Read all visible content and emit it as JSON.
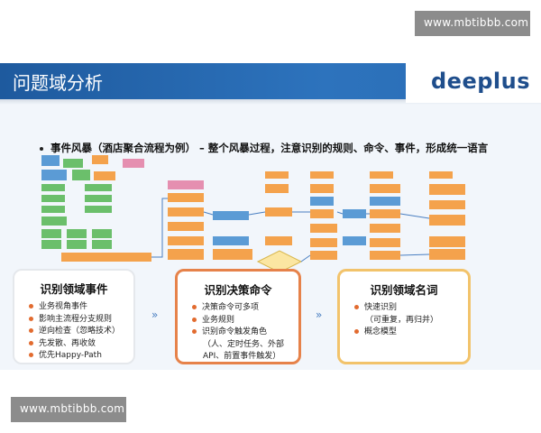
{
  "watermarks": {
    "top": "www.mbtibbb.com",
    "bottom": "www.mbtibbb.com"
  },
  "slide": {
    "title": "问题域分析",
    "logo": "deeplus",
    "bullet": "事件风暴（酒店聚合流程为例） – 整个风暴过程，注意识别的规则、命令、事件，形成统一语言",
    "cards": [
      {
        "title": "识别领域事件",
        "items": [
          "业务视角事件",
          "影响主流程分支规则",
          "逆向检查（忽略技术）",
          "先发散、再收敛",
          "优先Happy-Path"
        ]
      },
      {
        "title": "识别决策命令",
        "items": [
          "决策命令可多项",
          "业务规则",
          "识别命令触发角色"
        ],
        "sub_items": [
          "（人、定时任务、外部",
          "API、前置事件触发）"
        ]
      },
      {
        "title": "识别领域名词",
        "items": [
          "快速识别"
        ],
        "sub_items": [
          "（可重复，再归并）"
        ],
        "items2": [
          "概念模型"
        ]
      }
    ],
    "chevron": "»"
  },
  "colors": {
    "header": "#2d73bd",
    "logo": "#1f4e8c",
    "card2_border": "#e6824a",
    "card3_border": "#f2c36b",
    "bullet_dot": "#e26b2f",
    "sticky_green": "#6bbf6b",
    "sticky_blue": "#5b9bd5",
    "sticky_orange": "#f4a24c",
    "sticky_pink": "#e58fb0"
  }
}
